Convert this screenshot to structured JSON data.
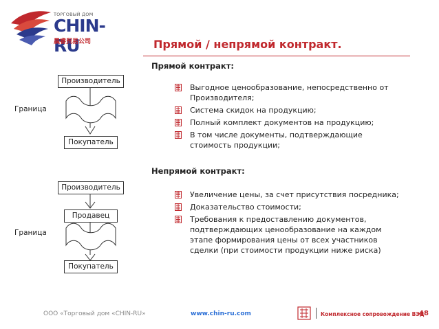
{
  "logo": {
    "small_text": "ТОРГОВЫЙ ДОМ",
    "main_text": "CHIN-RU",
    "chinese_text": "晨睿贸易公司"
  },
  "slide": {
    "title": "Прямой / непрямой контракт."
  },
  "direct": {
    "heading": "Прямой контракт:",
    "bullets": [
      {
        "text": "Выгодное ценообразование, непосредственно от Производителя;"
      },
      {
        "text": "Система скидок на продукцию;"
      },
      {
        "text": "Полный комплект документов на продукцию;"
      },
      {
        "text": "В том числе документы, подтверждающие стоимость продукции;"
      }
    ]
  },
  "indirect": {
    "heading": "Непрямой контракт:",
    "bullets": [
      {
        "text": "Увеличение цены, за счет присутствия посредника;"
      },
      {
        "text": "Доказательство стоимости;"
      },
      {
        "text": "Требования к предоставлению документов, подтверждающих ценообразование на каждом этапе формирования цены от всех участников сделки (при стоимости продукции ниже риска)"
      }
    ]
  },
  "diagram_top": {
    "producer": "Производитель",
    "buyer": "Покупатель",
    "border_label": "Граница"
  },
  "diagram_bottom": {
    "producer": "Производитель",
    "seller": "Продавец",
    "buyer": "Покупатель",
    "border_label": "Граница"
  },
  "footer": {
    "company": "ООО «Торговый дом «CHIN-RU»",
    "url": "www.chin-ru.com",
    "tagline": "Комплексное сопровождение ВЭД",
    "page_number": "48"
  },
  "colors": {
    "accent_red": "#c0282d",
    "brand_blue": "#2b3a8c",
    "link_blue": "#2b6fd6"
  }
}
